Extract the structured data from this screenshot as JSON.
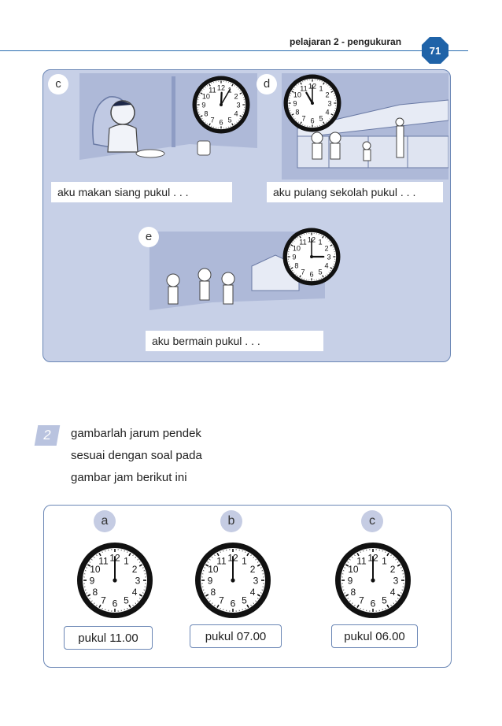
{
  "header": {
    "title": "pelajaran 2 -  pengukuran",
    "page_number": "71"
  },
  "scenes": {
    "c": {
      "letter": "c",
      "caption": "aku makan siang pukul . . ."
    },
    "d": {
      "letter": "d",
      "caption": "aku pulang sekolah pukul . . ."
    },
    "e": {
      "letter": "e",
      "caption": "aku bermain pukul . . ."
    }
  },
  "clock_numbers": [
    "12",
    "1",
    "2",
    "3",
    "4",
    "5",
    "6",
    "7",
    "8",
    "9",
    "10",
    "11"
  ],
  "question": {
    "number": "2",
    "lines": [
      "gambarlah jarum pendek",
      "sesuai dengan soal pada",
      "gambar jam berikut ini"
    ]
  },
  "practice": [
    {
      "letter": "a",
      "time": "pukul  11.00"
    },
    {
      "letter": "b",
      "time": "pukul  07.00"
    },
    {
      "letter": "c",
      "time": "pukul  06.00"
    }
  ],
  "colors": {
    "accent": "#2a6db0",
    "panel": "#c7d0e7",
    "scene": "#aeb9d8",
    "badge": "#1f63a8"
  }
}
